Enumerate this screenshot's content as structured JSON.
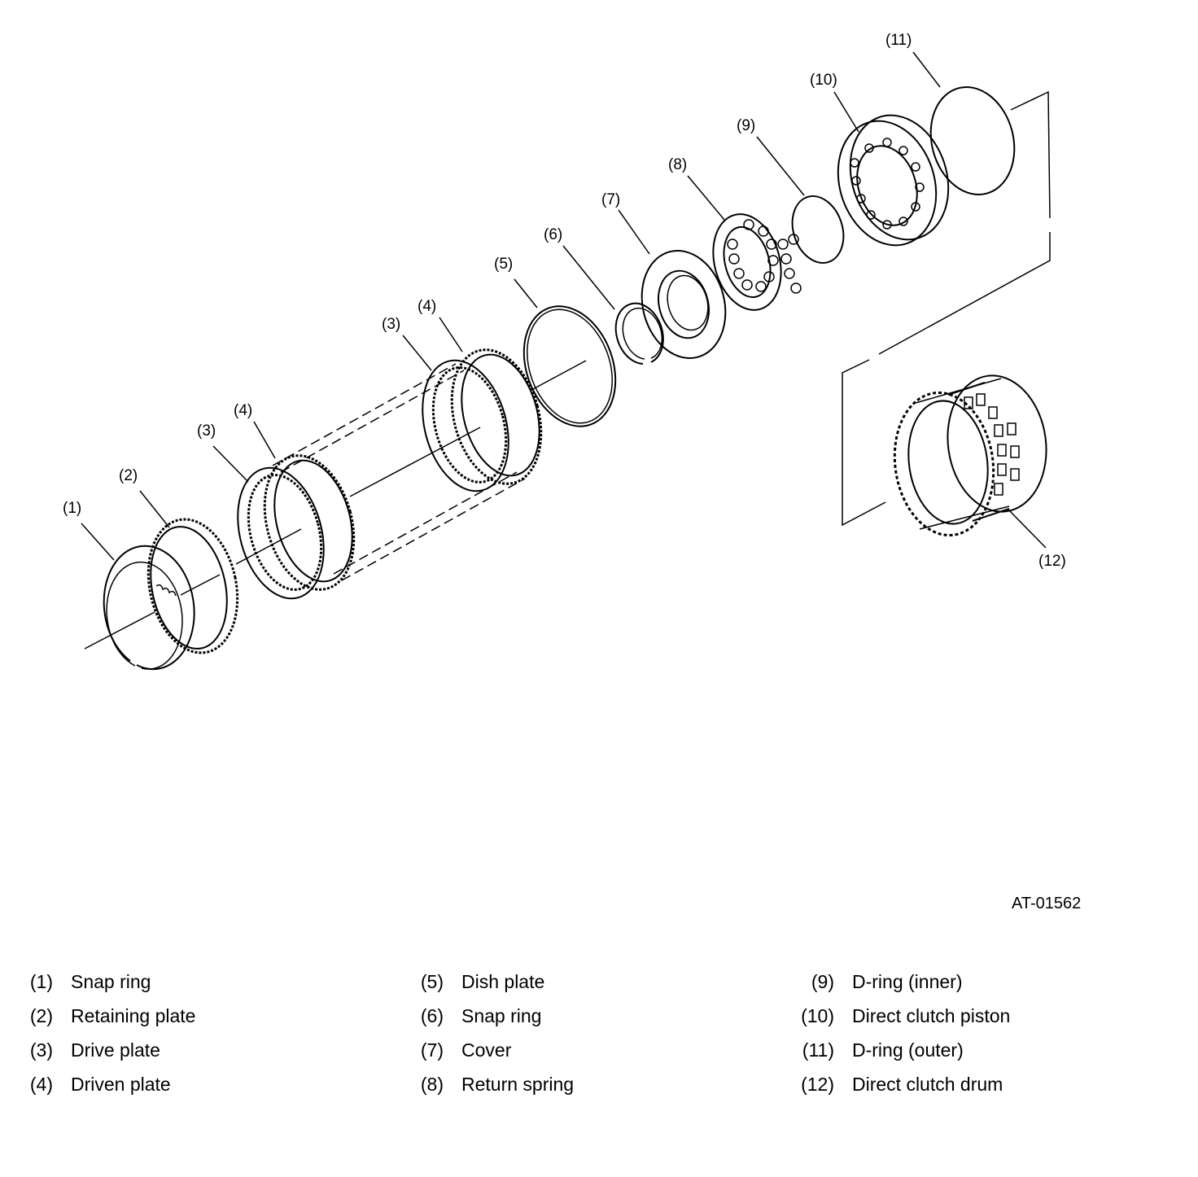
{
  "figure_id": "AT-01562",
  "callouts": {
    "c1": "(1)",
    "c2": "(2)",
    "c3": "(3)",
    "c4": "(4)",
    "c5": "(5)",
    "c6": "(6)",
    "c7": "(7)",
    "c8": "(8)",
    "c9": "(9)",
    "c10": "(10)",
    "c11": "(11)",
    "c12": "(12)"
  },
  "legend": {
    "col1": [
      {
        "num": "(1)",
        "label": "Snap ring"
      },
      {
        "num": "(2)",
        "label": "Retaining plate"
      },
      {
        "num": "(3)",
        "label": "Drive plate"
      },
      {
        "num": "(4)",
        "label": "Driven plate"
      }
    ],
    "col2": [
      {
        "num": "(5)",
        "label": "Dish plate"
      },
      {
        "num": "(6)",
        "label": "Snap ring"
      },
      {
        "num": "(7)",
        "label": "Cover"
      },
      {
        "num": "(8)",
        "label": "Return spring"
      }
    ],
    "col3": [
      {
        "num": "(9)",
        "label": "D-ring (inner)"
      },
      {
        "num": "(10)",
        "label": "Direct clutch piston"
      },
      {
        "num": "(11)",
        "label": "D-ring (outer)"
      },
      {
        "num": "(12)",
        "label": "Direct clutch drum"
      }
    ]
  }
}
